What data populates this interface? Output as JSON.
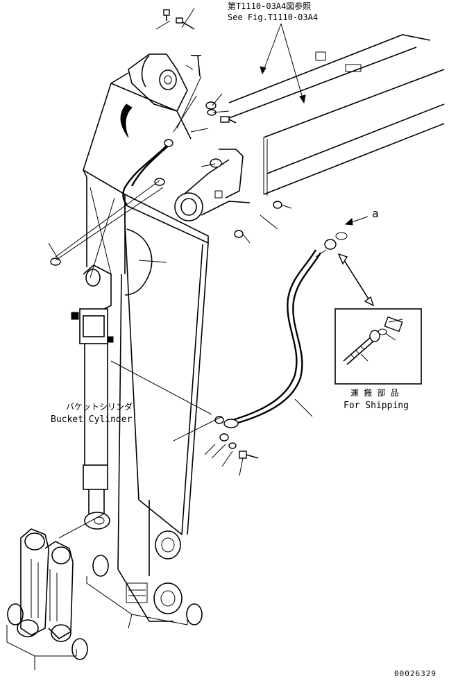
{
  "references": {
    "ref_jp": "第T1110-03A4図参照",
    "ref_en": "See Fig.T1110-03A4"
  },
  "labels": {
    "view_a_letter": "a",
    "shipping_jp": "運 搬 部 品",
    "shipping_en": "For Shipping",
    "bucket_cylinder_jp": "バケットシリンダ",
    "bucket_cylinder_en": "Bucket Cylinder",
    "drawing_number": "00026329"
  }
}
